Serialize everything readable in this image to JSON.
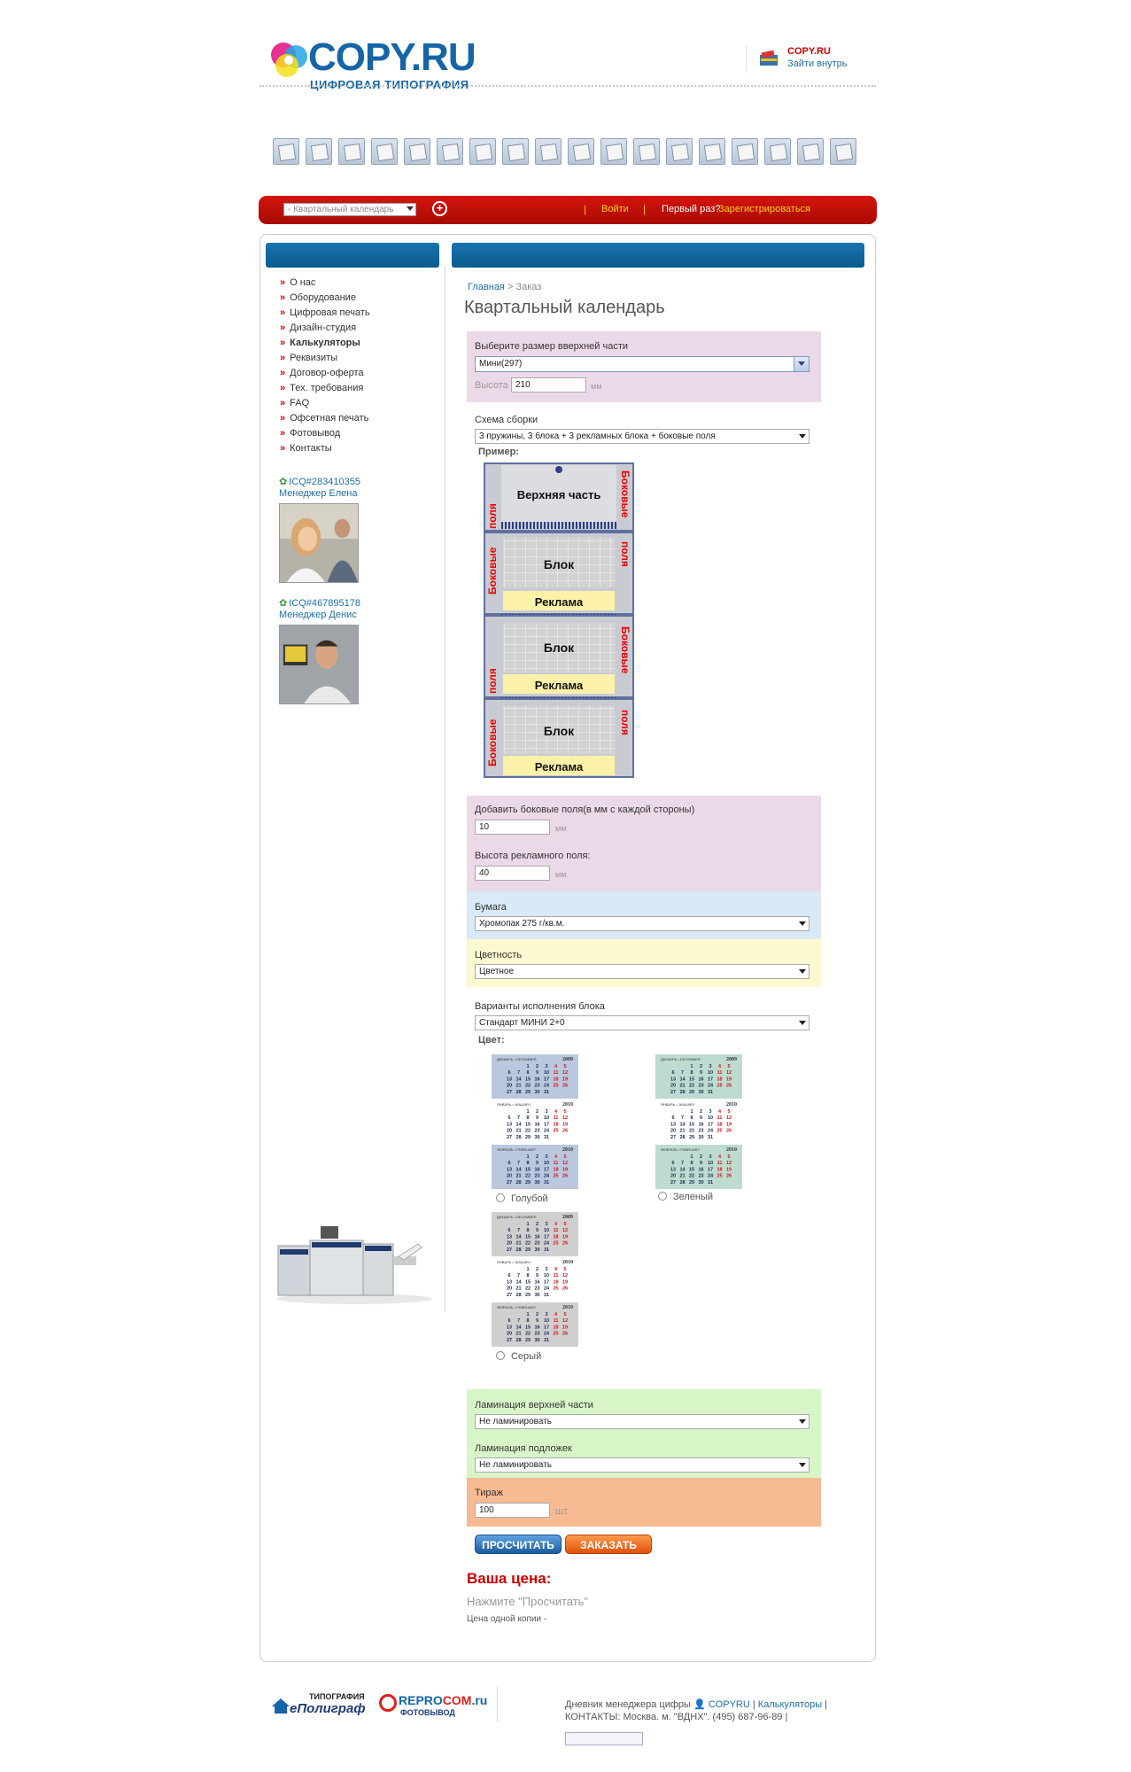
{
  "header": {
    "logo_text": "COPY.RU",
    "logo_sub": "ЦИФРОВАЯ ТИПОГРАФИЯ",
    "login_title": "COPY.RU",
    "login_link": "Зайти внутрь"
  },
  "topbar": {
    "select_value": "- Квартальный календарь",
    "login": "Войти",
    "first_time": "Первый раз?",
    "register": "Зарегистрироваться",
    "separator": "|"
  },
  "menu": [
    {
      "label": "О нас"
    },
    {
      "label": "Оборудование"
    },
    {
      "label": "Цифровая печать"
    },
    {
      "label": "Дизайн-студия"
    },
    {
      "label": "Калькуляторы",
      "active": true
    },
    {
      "label": "Реквизиты"
    },
    {
      "label": "Договор-оферта"
    },
    {
      "label": "Тех. требования"
    },
    {
      "label": "FAQ"
    },
    {
      "label": "Офсетная печать"
    },
    {
      "label": "Фотовывод"
    },
    {
      "label": "Контакты"
    }
  ],
  "managers": [
    {
      "icq": "ICQ#283410355",
      "name": "Менеджер Елена"
    },
    {
      "icq": "ICQ#467895178",
      "name": "Менеджер Денис"
    }
  ],
  "breadcrumb": {
    "home": "Главная",
    "sep": ">",
    "current": "Заказ"
  },
  "page_title": "Квартальный календарь",
  "form": {
    "top_size_label": "Выберите размер вверхней части",
    "top_size_value": "Мини(297)",
    "height_label": "Высота",
    "height_value": "210",
    "height_unit": "мм",
    "scheme_label": "Схема сборки",
    "scheme_value": "3 пружины, 3 блока + 3 рекламных блока + боковые поля",
    "example_label": "Пример:",
    "side_label": "Добавить боковые поля(в мм с каждой стороны)",
    "side_value": "10",
    "side_unit": "мм",
    "ad_label": "Высота рекламного поля:",
    "ad_value": "40",
    "ad_unit": "мм",
    "paper_label": "Бумага",
    "paper_value": "Хромопак 275 г/кв.м.",
    "color_label": "Цветность",
    "color_value": "Цветное",
    "block_label": "Варианты исполнения блока",
    "block_value": "Стандарт МИНИ 2+0",
    "palette_label": "Цвет:",
    "palette": [
      {
        "name": "Голубой",
        "tint": "#b9c8de"
      },
      {
        "name": "Зеленый",
        "tint": "#bddccf"
      },
      {
        "name": "Серый",
        "tint": "#cfcfcf"
      }
    ],
    "lam_top_label": "Ламинация верхней части",
    "lam_top_value": "Не ламинировать",
    "lam_back_label": "Ламинация подложек",
    "lam_back_value": "Не ламинировать",
    "qty_label": "Тираж",
    "qty_value": "100",
    "qty_unit": "шт."
  },
  "schema": {
    "top": "Верхняя часть",
    "side": "Боковые",
    "side2": "поля",
    "block": "Блок",
    "ad": "Реклама"
  },
  "calendar_img": {
    "m1": "ДЕКАБРЬ • DECEMBER",
    "m2": "ЯНВАРЬ • JANUARY",
    "m3": "ФЕВРАЛЬ • FEBRUARY",
    "y1": "2009",
    "y2": "2010"
  },
  "buttons": {
    "calc": "ПРОСЧИТАТЬ",
    "order": "ЗАКАЗАТЬ"
  },
  "price": {
    "title": "Ваша цена:",
    "hint": "Нажмите \"Просчитать\"",
    "one": "Цена одной копии -"
  },
  "footer": {
    "logo1_top": "ТИПОГРАФИЯ",
    "logo1": "еПолиграф",
    "logo2a": "REPRO",
    "logo2b": "COM",
    "logo2c": ".ru",
    "logo2_sub": "ФОТОВЫВОД",
    "diary": "Дневник менеджера цифры",
    "copyru": "COPYRU",
    "calc": "Калькуляторы",
    "contacts": "КОНТАКТЫ: Москва. м. \"ВДНХ\". (495) 687-96-89",
    "sep": "|"
  },
  "colors": {
    "brand_blue": "#1565a8",
    "top_red": "#c8120b",
    "link": "#1d6fa8"
  }
}
